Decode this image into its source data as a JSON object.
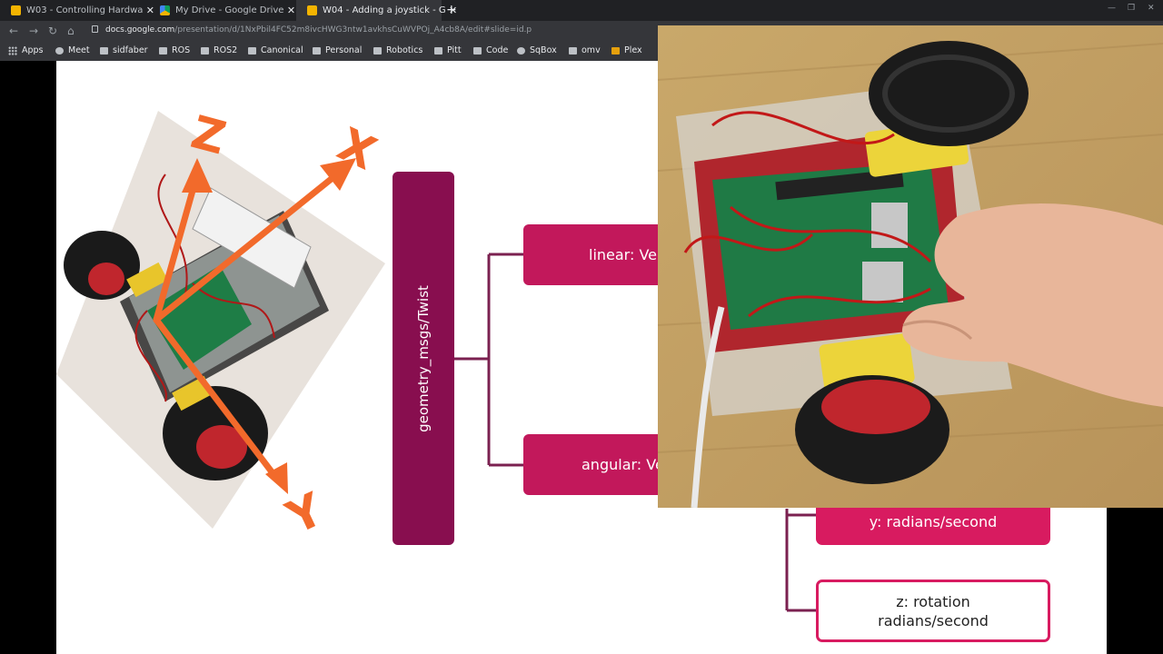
{
  "browser": {
    "tabs": [
      {
        "title": "W03 - Controlling Hardwa",
        "icon": "slides-icon",
        "active": false
      },
      {
        "title": "My Drive - Google Drive",
        "icon": "drive-icon",
        "active": false
      },
      {
        "title": "W04 - Adding a joystick - G",
        "icon": "slides-icon",
        "active": true
      }
    ],
    "new_tab": "+",
    "close_glyph": "✕",
    "url_host": "docs.google.com",
    "url_path": "/presentation/d/1NxPbil4FC52m8ivcHWG3ntw1avkhsCuWVPOj_A4cb8A/edit#slide=id.p",
    "bookmarks": [
      "Apps",
      "Meet",
      "sidfaber",
      "ROS",
      "ROS2",
      "Canonical",
      "Personal",
      "Robotics",
      "Pitt",
      "Code",
      "SqBox",
      "omv",
      "Plex"
    ]
  },
  "slide": {
    "root_label": "geometry_msgs/Twist",
    "linear_label": "linear: Ve",
    "angular_label": "angular: Ve",
    "leaf_y": "y:  radians/second",
    "leaf_z_line1": "z:  rotation",
    "leaf_z_line2": "radians/second",
    "axes": [
      "Z",
      "X",
      "Y"
    ]
  },
  "colors": {
    "root": "#880e4f",
    "node": "#c2185b",
    "leaf": "#d81b60",
    "connector": "#7b2150",
    "axis_arrow": "#f26a2b"
  }
}
